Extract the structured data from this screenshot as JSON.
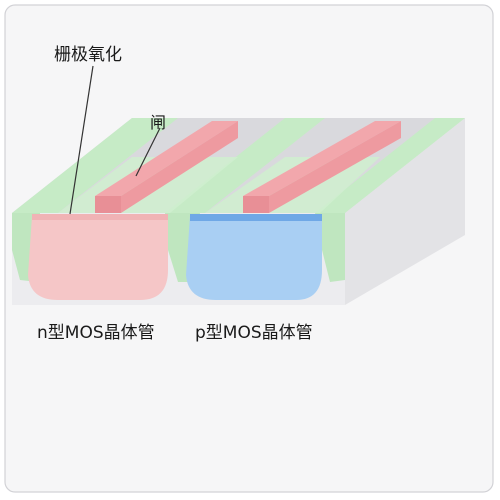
{
  "labels": {
    "gate_oxide": "栅极氧化",
    "gate": "闸",
    "nmos": "n型MOS晶体管",
    "pmos": "p型MOS晶体管"
  },
  "colors": {
    "background": "#ffffff",
    "panel_fill": "#f6f6f7",
    "panel_border": "#d2d2d6",
    "substrate_top": "#d6d6da",
    "substrate_front": "#ececef",
    "substrate_side": "#e2e2e5",
    "oxide_green": "#bfe7c0",
    "oxide_green_dark": "#a6d8a8",
    "gate_red": "#f1a3a8",
    "gate_red_side": "#e58c93",
    "n_well_pink": "#f5c5c6",
    "n_well_dark": "#f0b1b3",
    "p_well_blue": "#a6cdf3",
    "p_well_dark": "#7fb5ea",
    "leader_line": "#333333"
  }
}
